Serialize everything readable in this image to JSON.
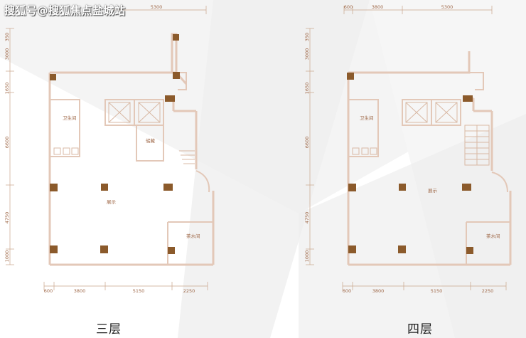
{
  "watermark": "搜狐号@搜狐焦点盐城站",
  "colors": {
    "wall": "#e3c8b8",
    "column": "#8b5a2b",
    "dim": "#c9a48a",
    "label": "#a06a4a",
    "background_shade": "#ececec"
  },
  "plans": [
    {
      "title": "三层",
      "top_dims": [
        "5300"
      ],
      "left_dims": [
        "350",
        "3000",
        "1650",
        "6600",
        "4750",
        "1000"
      ],
      "bottom_dims": [
        "600",
        "3800",
        "5150",
        "2250"
      ],
      "rooms": {
        "toilet": "卫生间",
        "storage": "储藏",
        "hall": "展示",
        "tea": "茶水间"
      }
    },
    {
      "title": "四层",
      "top_dims": [
        "600",
        "3800",
        "5300"
      ],
      "left_dims": [
        "350",
        "3000",
        "1650",
        "6600",
        "4750",
        "1000"
      ],
      "bottom_dims": [
        "600",
        "3800",
        "5150",
        "2250"
      ],
      "rooms": {
        "toilet": "卫生间",
        "hall": "展示",
        "tea": "茶水间"
      }
    }
  ]
}
